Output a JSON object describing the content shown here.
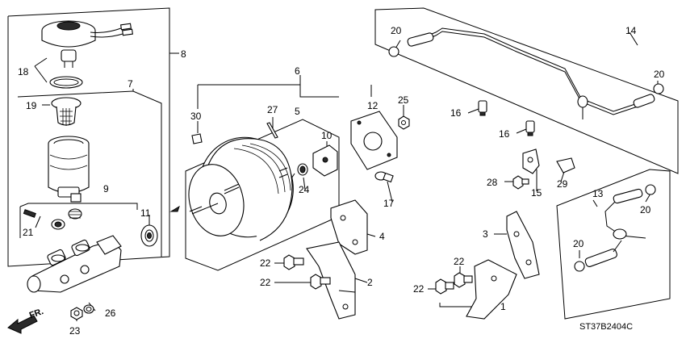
{
  "diagram": {
    "code": "ST37B2404C",
    "front_marker": "FR.",
    "callouts": [
      "1",
      "2",
      "3",
      "4",
      "5",
      "6",
      "7",
      "8",
      "9",
      "10",
      "11",
      "12",
      "13",
      "14",
      "15",
      "16",
      "16",
      "17",
      "18",
      "19",
      "20",
      "20",
      "20",
      "20",
      "21",
      "22",
      "22",
      "22",
      "22",
      "23",
      "24",
      "25",
      "26",
      "27",
      "28",
      "29",
      "30"
    ]
  }
}
